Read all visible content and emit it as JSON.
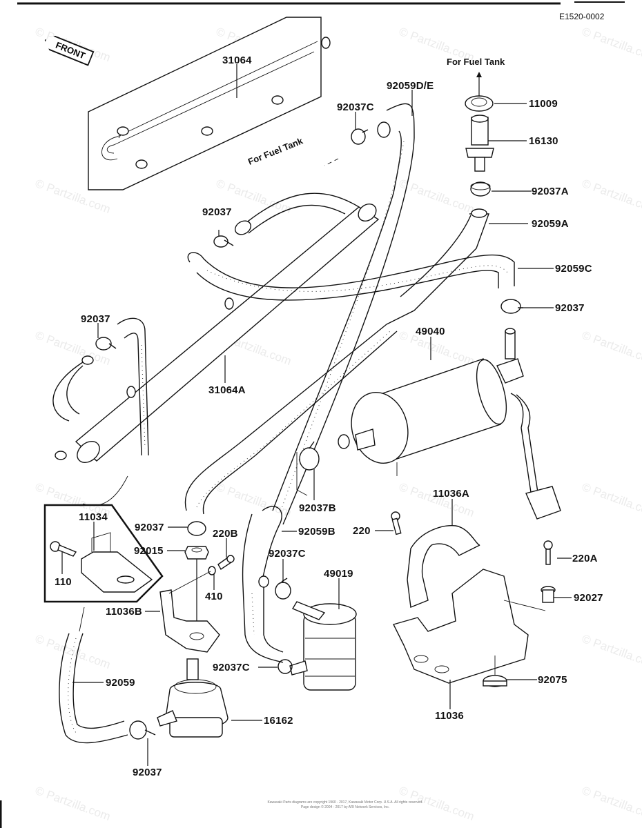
{
  "diagram": {
    "code": "E1520-0002",
    "front_indicator": "FRONT",
    "notes": {
      "fuel_tank_top": "For Fuel Tank",
      "fuel_tank_left": "For Fuel Tank"
    },
    "watermark": "© Partzilla.com",
    "copyright_line1": "Kawasaki Parts diagrams are copyright 1960 - 2017, Kawasaki Motor Corp. U.S.A. All rights reserved.",
    "copyright_line2": "Page design © 2004 - 2017 by ARI Network Services, Inc."
  },
  "parts": {
    "p31064": "31064",
    "p31064A": "31064A",
    "p92059DE": "92059D/E",
    "p92037C_top": "92037C",
    "p11009": "11009",
    "p16130": "16130",
    "p92037A": "92037A",
    "p92059A": "92059A",
    "p92059C": "92059C",
    "p92037_right": "92037",
    "p92037_upper": "92037",
    "p92037_left": "92037",
    "p49040": "49040",
    "p11036A": "11036A",
    "p220": "220",
    "p220A": "220A",
    "p92027": "92027",
    "p92075": "92075",
    "p11036": "11036",
    "p92037B": "92037B",
    "p92059B": "92059B",
    "p92037C_mid": "92037C",
    "p49019": "49019",
    "p92037C_low": "92037C",
    "p11034": "11034",
    "p110": "110",
    "p92037_mid": "92037",
    "p92015": "92015",
    "p220B": "220B",
    "p410": "410",
    "p11036B": "11036B",
    "p92059": "92059",
    "p16162": "16162",
    "p92037_bottom": "92037"
  }
}
